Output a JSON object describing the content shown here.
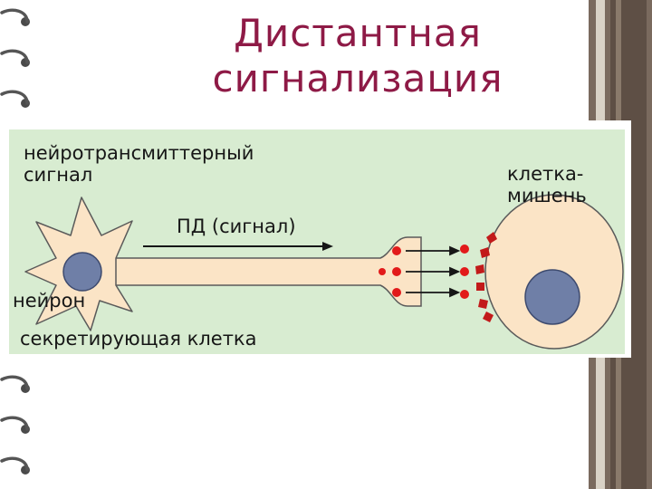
{
  "slide": {
    "title_line1": "Дистантная",
    "title_line2": "сигнализация",
    "accent_color": "#8e1a46"
  },
  "diagram": {
    "signal_type_line1": "нейротрансмиттерный",
    "signal_type_line2": "сигнал",
    "action_potential": "ПД (сигнал)",
    "target_line1": "клетка-",
    "target_line2": "мишень",
    "neuron": "нейрон",
    "secreting_cell": "секретирующая клетка",
    "background_color": "#d8ecd1",
    "cell_fill": "#fbe4c6",
    "nucleus_fill": "#6f7fa7",
    "signal_color": "#e21a1a",
    "receptor_color": "#c21a1a"
  }
}
